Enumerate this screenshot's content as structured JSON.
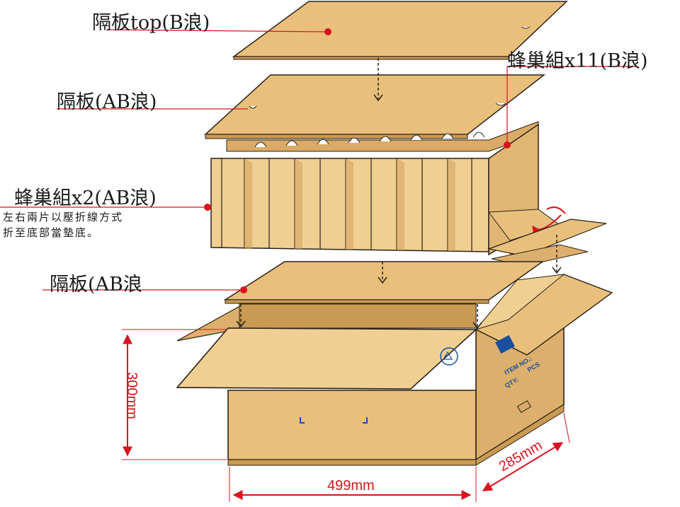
{
  "colors": {
    "cardboard": "#e8c07c",
    "cardboard_light": "#f0cf92",
    "cardboard_dark": "#c99a52",
    "edge": "#2a2118",
    "annotation_red": "#d8141e",
    "text": "#1a1a1a"
  },
  "labels": {
    "top_divider": "隔板top(B浪)",
    "honeycomb_b": "蜂巢組x11(B浪)",
    "middle_divider": "隔板(AB浪)",
    "honeycomb_ab": "蜂巢組x2(AB浪)",
    "honeycomb_ab_note_line1": "左右兩片以壓折線方式",
    "honeycomb_ab_note_line2": "折至底部當墊底。",
    "bottom_divider": "隔板(AB浪"
  },
  "box_markings": {
    "item_no": "ITEM NO.:",
    "qty": "QTY:",
    "pcs": "PCS"
  },
  "dimensions": {
    "height": "300mm",
    "width": "499mm",
    "depth": "285mm"
  }
}
